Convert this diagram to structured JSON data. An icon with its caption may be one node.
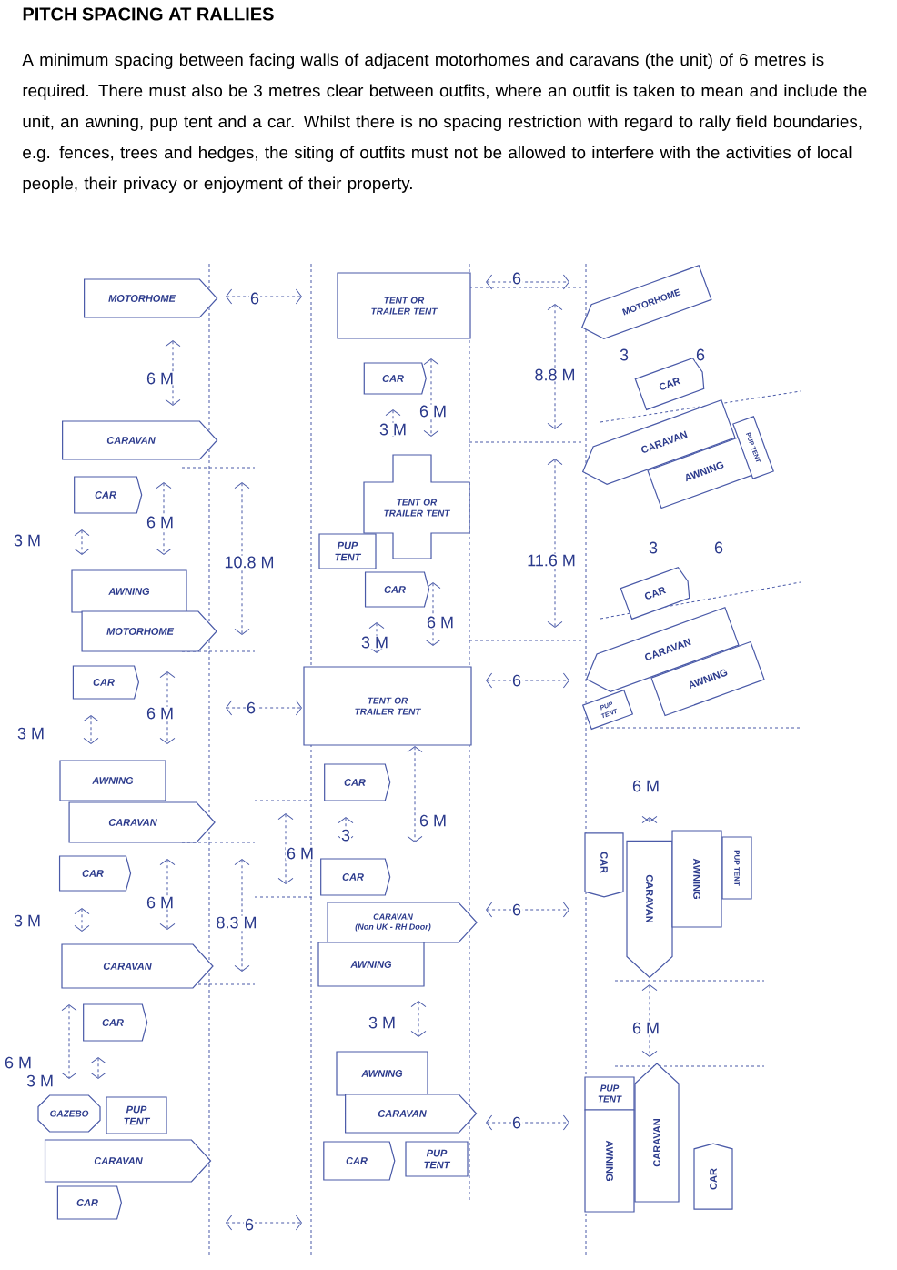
{
  "diagram": {
    "title": "PITCH SPACING AT RALLIES",
    "nodes": [
      {
        "text": [
          "MOTORHOME"
        ]
      },
      {
        "text": [
          "CARAVAN"
        ]
      },
      {
        "text": [
          "CAR"
        ]
      },
      {
        "text": [
          "AWNING"
        ]
      },
      {
        "text": [
          "MOTORHOME"
        ]
      },
      {
        "text": [
          "CAR"
        ]
      },
      {
        "text": [
          "AWNING"
        ]
      },
      {
        "text": [
          "CARAVAN"
        ]
      },
      {
        "text": [
          "CAR"
        ]
      },
      {
        "text": [
          "CARAVAN"
        ]
      },
      {
        "text": [
          "CAR"
        ]
      },
      {
        "text": [
          "GAZEBO"
        ]
      },
      {
        "text": [
          "PUP TENT"
        ]
      },
      {
        "text": [
          "CARAVAN"
        ]
      },
      {
        "text": [
          "CAR"
        ]
      },
      {
        "text": [
          "TENT OR TRAILER TENT"
        ]
      },
      {
        "text": [
          "CAR"
        ]
      },
      {
        "text": [
          "TENT OR TRAILER TENT"
        ]
      },
      {
        "text": [
          "PUP TENT"
        ]
      },
      {
        "text": [
          "CAR"
        ]
      },
      {
        "text": [
          "TENT OR TRAILER TENT"
        ]
      },
      {
        "text": [
          "CAR"
        ]
      },
      {
        "text": [
          "CAR"
        ]
      },
      {
        "text": [
          "CARAVAN",
          "(Non UK - RH Door)"
        ]
      },
      {
        "text": [
          "AWNING"
        ]
      },
      {
        "text": [
          "AWNING"
        ]
      },
      {
        "text": [
          "CARAVAN"
        ]
      },
      {
        "text": [
          "CAR"
        ]
      },
      {
        "text": [
          "PUP TENT"
        ]
      },
      {
        "text": [
          "MOTORHOME"
        ]
      },
      {
        "text": [
          "CAR"
        ]
      },
      {
        "text": [
          "CARAVAN"
        ]
      },
      {
        "text": [
          "AWNING"
        ]
      },
      {
        "text": [
          "PUP TENT"
        ]
      },
      {
        "text": [
          "CAR"
        ]
      },
      {
        "text": [
          "CARAVAN"
        ]
      },
      {
        "text": [
          "AWNING"
        ]
      },
      {
        "text": [
          "PUP TENT"
        ]
      },
      {
        "text": [
          "CAR"
        ]
      },
      {
        "text": [
          "CARAVAN"
        ]
      },
      {
        "text": [
          "AWNING"
        ]
      },
      {
        "text": [
          "PUP TENT"
        ]
      },
      {
        "text": [
          "PUP TENT"
        ]
      },
      {
        "text": [
          "AWNING"
        ]
      },
      {
        "text": [
          "CARAVAN"
        ]
      },
      {
        "text": [
          "CAR"
        ]
      }
    ],
    "labels": [
      "A minimum spacing between facing walls of adjacent motorhomes and caravans (the unit) of 6 metres is required. There must also be 3 metres clear between outfits, where an outfit is taken to mean and include the unit, an awning, pup tent and a car. Whilst there is no spacing restriction with regard to rally field boundaries, e.g. fences, trees and hedges, the siting of outfits must not be allowed to interfere with the activities of local people, their privacy or enjoyment of their property.",
      "6",
      "6",
      "3",
      "6",
      "8.8 M",
      "6 M",
      "6 M",
      "3 M",
      "6 M",
      "3 M",
      "3",
      "6",
      "11.6 M",
      "10.8 M",
      "6 M",
      "3 M",
      "6",
      "6",
      "6 M",
      "3 M",
      "6 M",
      "6 M",
      "3",
      "6 M",
      "6",
      "6 M",
      "3 M",
      "8.3 M",
      "3 M",
      "6 M",
      "6 M",
      "3 M",
      "6",
      "6"
    ]
  }
}
